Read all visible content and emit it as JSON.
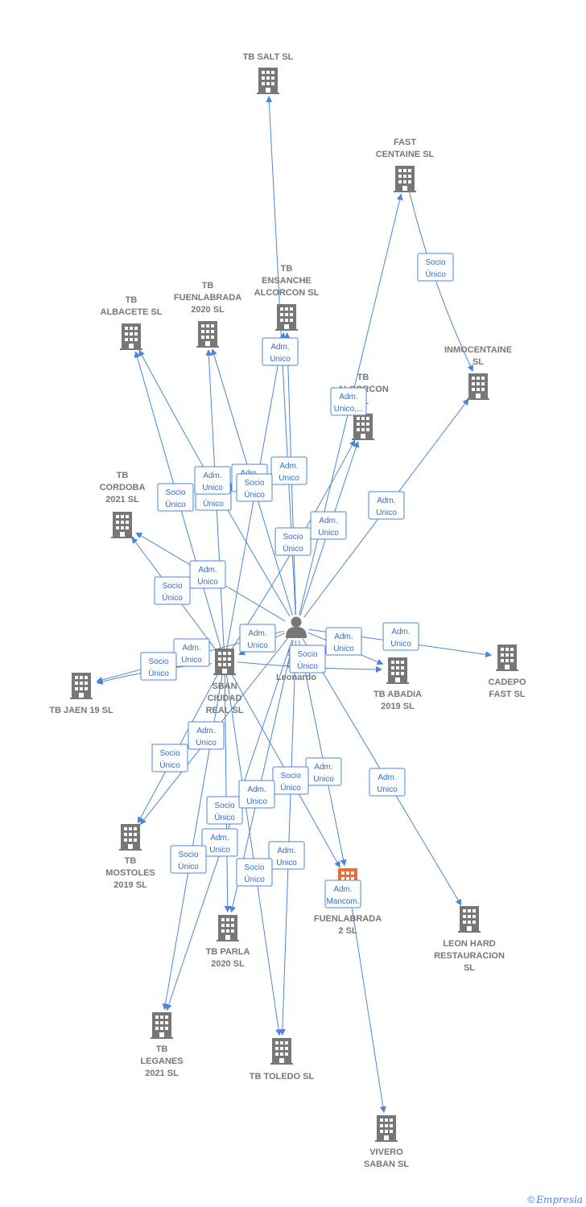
{
  "diagram": {
    "center": {
      "id": "person",
      "label_lines": [
        "Sa...",
        "Ga...",
        "Leonardo"
      ]
    },
    "nodes": [
      {
        "id": "tb-salt",
        "label_lines": [
          "TB SALT  SL"
        ],
        "kind": "company"
      },
      {
        "id": "fast-centaine",
        "label_lines": [
          "FAST",
          "CENTAINE SL"
        ],
        "kind": "company"
      },
      {
        "id": "inmocentaine",
        "label_lines": [
          "INMOCENTAINE",
          "SL"
        ],
        "kind": "company"
      },
      {
        "id": "tb-ensanche",
        "label_lines": [
          "TB",
          "ENSANCHE",
          "ALCORCON  SL"
        ],
        "kind": "company"
      },
      {
        "id": "tb-fuenlabrada-2020",
        "label_lines": [
          "TB",
          "FUENLABRADA",
          "2020  SL"
        ],
        "kind": "company"
      },
      {
        "id": "tb-albacete",
        "label_lines": [
          "TB",
          "ALBACETE  SL"
        ],
        "kind": "company"
      },
      {
        "id": "tb-alcorcon",
        "label_lines": [
          "TB",
          "ALCORCON",
          "SL"
        ],
        "kind": "company"
      },
      {
        "id": "tb-cordoba",
        "label_lines": [
          "TB",
          "CORDOBA",
          "2021  SL"
        ],
        "kind": "company"
      },
      {
        "id": "sban-ciudad-real",
        "label_lines": [
          "SBAN",
          "CIUDAD",
          "REAL  SL"
        ],
        "kind": "company"
      },
      {
        "id": "tb-jaen",
        "label_lines": [
          "TB JAEN 19  SL"
        ],
        "kind": "company"
      },
      {
        "id": "tb-abadia",
        "label_lines": [
          "TB ABADIA",
          "2019  SL"
        ],
        "kind": "company"
      },
      {
        "id": "cadepo-fast",
        "label_lines": [
          "CADEPO",
          "FAST SL"
        ],
        "kind": "company"
      },
      {
        "id": "tb-mostoles",
        "label_lines": [
          "TB",
          "MOSTOLES",
          "2019  SL"
        ],
        "kind": "company"
      },
      {
        "id": "tb-parla",
        "label_lines": [
          "TB PARLA",
          "2020  SL"
        ],
        "kind": "company"
      },
      {
        "id": "fuenlabrada-2",
        "label_lines": [
          "FUENLABRADA",
          "2  SL"
        ],
        "kind": "company-highlight"
      },
      {
        "id": "leon-hard",
        "label_lines": [
          "LEON HARD",
          "RESTAURACION",
          "SL"
        ],
        "kind": "company"
      },
      {
        "id": "tb-leganes",
        "label_lines": [
          "TB",
          "LEGANES",
          "2021  SL"
        ],
        "kind": "company"
      },
      {
        "id": "tb-toledo",
        "label_lines": [
          "TB TOLEDO  SL"
        ],
        "kind": "company"
      },
      {
        "id": "vivero-saban",
        "label_lines": [
          "VIVERO",
          "SABAN  SL"
        ],
        "kind": "company"
      }
    ],
    "edges": [
      {
        "from": "person",
        "to": "tb-salt",
        "label_lines": [
          "Adm.",
          "Unico"
        ]
      },
      {
        "from": "person",
        "to": "fast-centaine",
        "label_lines": [
          "Adm.",
          "Unico,..."
        ]
      },
      {
        "from": "fast-centaine",
        "to": "inmocentaine",
        "label_lines": [
          "Socio",
          "Único"
        ]
      },
      {
        "from": "person",
        "to": "inmocentaine",
        "label_lines": [
          "Adm.",
          "Unico"
        ]
      },
      {
        "from": "person",
        "to": "tb-ensanche",
        "label_lines": [
          "Adm.",
          "Unico"
        ]
      },
      {
        "from": "person",
        "to": "tb-fuenlabrada-2020",
        "label_lines": [
          "Adm.",
          "Unico"
        ]
      },
      {
        "from": "sban-ciudad-real",
        "to": "tb-fuenlabrada-2020",
        "label_lines": [
          "Socio",
          "Único"
        ]
      },
      {
        "from": "person",
        "to": "tb-albacete",
        "label_lines": [
          "Adm.",
          "Unico"
        ]
      },
      {
        "from": "sban-ciudad-real",
        "to": "tb-albacete",
        "label_lines": [
          "Socio",
          "Único"
        ]
      },
      {
        "from": "person",
        "to": "tb-alcorcon",
        "label_lines": [
          "Adm.",
          "Unico"
        ]
      },
      {
        "from": "sban-ciudad-real",
        "to": "tb-alcorcon",
        "label_lines": [
          "Socio",
          "Único"
        ]
      },
      {
        "from": "sban-ciudad-real",
        "to": "tb-ensanche",
        "label_lines": [
          "Socio",
          "Único"
        ]
      },
      {
        "from": "person",
        "to": "tb-cordoba",
        "label_lines": [
          "Adm.",
          "Unico"
        ]
      },
      {
        "from": "sban-ciudad-real",
        "to": "tb-cordoba",
        "label_lines": [
          "Socio",
          "Único"
        ]
      },
      {
        "from": "person",
        "to": "sban-ciudad-real",
        "label_lines": [
          "Adm.",
          "Unico"
        ]
      },
      {
        "from": "person",
        "to": "tb-jaen",
        "label_lines": [
          "Adm.",
          "Unico"
        ]
      },
      {
        "from": "sban-ciudad-real",
        "to": "tb-jaen",
        "label_lines": [
          "Socio",
          "Único"
        ]
      },
      {
        "from": "person",
        "to": "tb-abadia",
        "label_lines": [
          "Adm.",
          "Unico"
        ]
      },
      {
        "from": "sban-ciudad-real",
        "to": "tb-abadia",
        "label_lines": [
          "Socio",
          "Único"
        ]
      },
      {
        "from": "person",
        "to": "cadepo-fast",
        "label_lines": [
          "Adm.",
          "Unico"
        ]
      },
      {
        "from": "person",
        "to": "tb-mostoles",
        "label_lines": [
          "Adm.",
          "Unico"
        ]
      },
      {
        "from": "sban-ciudad-real",
        "to": "tb-mostoles",
        "label_lines": [
          "Socio",
          "Único"
        ]
      },
      {
        "from": "person",
        "to": "tb-parla",
        "label_lines": [
          "Adm.",
          "Unico"
        ]
      },
      {
        "from": "sban-ciudad-real",
        "to": "tb-parla",
        "label_lines": [
          "Socio",
          "Único"
        ]
      },
      {
        "from": "person",
        "to": "fuenlabrada-2",
        "label_lines": [
          "Adm.",
          "Unico"
        ]
      },
      {
        "from": "sban-ciudad-real",
        "to": "fuenlabrada-2",
        "label_lines": [
          "Socio",
          "Único"
        ]
      },
      {
        "from": "person",
        "to": "leon-hard",
        "label_lines": [
          "Adm.",
          "Unico"
        ]
      },
      {
        "from": "person",
        "to": "tb-leganes",
        "label_lines": [
          "Adm.",
          "Unico"
        ]
      },
      {
        "from": "sban-ciudad-real",
        "to": "tb-leganes",
        "label_lines": [
          "Socio",
          "Único"
        ]
      },
      {
        "from": "person",
        "to": "tb-toledo",
        "label_lines": [
          "Adm.",
          "Unico"
        ]
      },
      {
        "from": "sban-ciudad-real",
        "to": "tb-toledo",
        "label_lines": [
          "Socio",
          "Único"
        ]
      },
      {
        "from": "fuenlabrada-2",
        "to": "vivero-saban",
        "label_lines": [
          "Adm.",
          "Mancom."
        ]
      }
    ],
    "colors": {
      "edge": "#4a86d8",
      "edge_text": "#2f6fc9",
      "node_icon": "#777777",
      "node_label": "#777777",
      "highlight_icon": "#f06a35"
    }
  },
  "footer": {
    "copyright_symbol": "©",
    "brand": "Empresia"
  }
}
